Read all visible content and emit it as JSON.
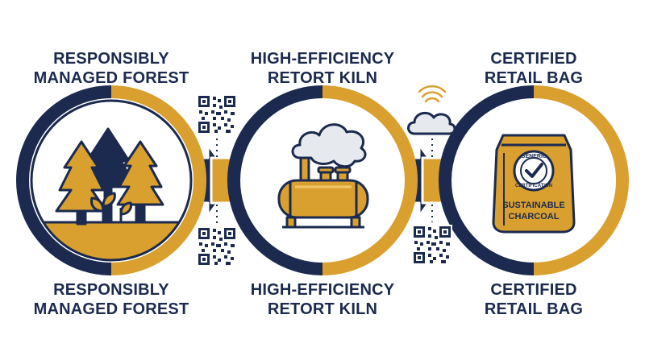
{
  "stages": [
    {
      "id": "forest",
      "title_lines": [
        "RESPONSIBLY",
        "MANAGED FOREST"
      ]
    },
    {
      "id": "kiln",
      "title_lines": [
        "HIGH-EFFICIENCY",
        "RETORT KILN"
      ]
    },
    {
      "id": "bag",
      "title_lines": [
        "CERTIFIED",
        "RETAIL BAG"
      ]
    }
  ],
  "bag": {
    "seal_top": "GENERIC",
    "seal_bottom": "CERTIFICATION",
    "text_lines": [
      "SUSTAINABLE",
      "CHARCOAL"
    ]
  },
  "icons": {
    "qr": "qr-code-icon",
    "cloud": "cloud-icon",
    "wifi": "wifi-signal-icon",
    "tree": "tree-icon",
    "sprout": "sprout-icon",
    "kiln": "kiln-tank-icon",
    "smoke": "smoke-cloud-icon",
    "bag": "charcoal-bag-icon",
    "check": "check-seal-icon",
    "arrow": "arrow-right-icon"
  },
  "colors": {
    "navy": "#1b2a4e",
    "gold": "#d9a030",
    "smoke": "#e6e9ee",
    "bg": "#ffffff"
  }
}
